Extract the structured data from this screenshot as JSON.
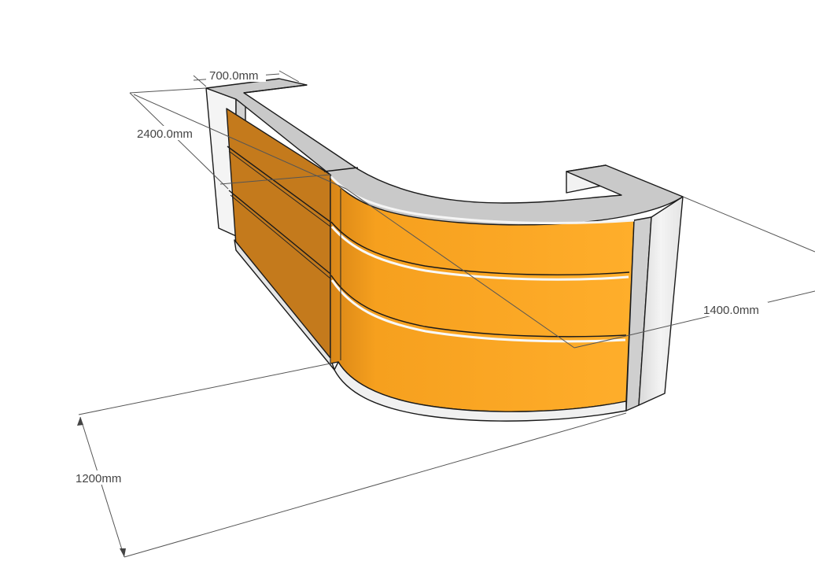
{
  "dimensions": {
    "top_depth": "700.0mm",
    "left_length": "2400.0mm",
    "right_length": "1400.0mm",
    "height": "1200mm"
  },
  "colors": {
    "orange_light": "#ffb02e",
    "orange_mid": "#f7a21d",
    "orange_dark": "#c47a1c",
    "grey_top": "#c9c9c9",
    "white_panel": "#f2f2f2",
    "grey_side": "#cfcfcf",
    "line": "#1a1a1a"
  }
}
